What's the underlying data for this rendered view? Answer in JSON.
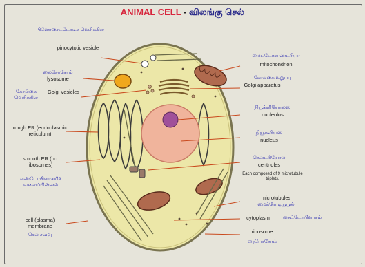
{
  "title": {
    "english": "ANIMAL CELL",
    "separator": "-",
    "tamil": "விலங்கு செல்"
  },
  "labels_left": [
    {
      "id": "pinocytotic-tamil",
      "text": "பினோசைட்டோடிக் வெசிக்கிள்",
      "lang": "ta"
    },
    {
      "id": "pinocytotic",
      "text": "pinocytotic vesicle",
      "lang": "en"
    },
    {
      "id": "lysosome-tamil",
      "text": "லைசோசோம்",
      "lang": "ta"
    },
    {
      "id": "lysosome",
      "text": "lysosome",
      "lang": "en"
    },
    {
      "id": "golgi-vesicles-tamil",
      "text": "கோல்கை வெசிக்கிள்",
      "lang": "ta"
    },
    {
      "id": "golgi-vesicles",
      "text": "Golgi vesicles",
      "lang": "en"
    },
    {
      "id": "rough-er",
      "text": "rough ER (endoplasmic reticulum)",
      "lang": "en"
    },
    {
      "id": "smooth-er",
      "text": "smooth ER (no ribosomes)",
      "lang": "en"
    },
    {
      "id": "er-tamil",
      "text": "எண்டோபிளாசமிக் வலைப்பின்னல்",
      "lang": "ta"
    },
    {
      "id": "cell-membrane",
      "text": "cell (plasma) membrane",
      "lang": "en"
    },
    {
      "id": "cell-membrane-tamil",
      "text": "செல் சவ்வு",
      "lang": "ta"
    }
  ],
  "labels_right": [
    {
      "id": "mitochondrion-tamil",
      "text": "மைட்டோகாண்ட்ரியா",
      "lang": "ta"
    },
    {
      "id": "mitochondrion",
      "text": "mitochondrion",
      "lang": "en"
    },
    {
      "id": "golgi-apparatus-tamil",
      "text": "கோல்கை உறுப்பு",
      "lang": "ta"
    },
    {
      "id": "golgi-apparatus",
      "text": "Golgi apparatus",
      "lang": "en"
    },
    {
      "id": "nucleolus-tamil",
      "text": "நியூக்ளியோலஸ்",
      "lang": "ta"
    },
    {
      "id": "nucleolus",
      "text": "nucleolus",
      "lang": "en"
    },
    {
      "id": "nucleus-tamil",
      "text": "நியூக்ளியஸ்",
      "lang": "ta"
    },
    {
      "id": "nucleus",
      "text": "nucleus",
      "lang": "en"
    },
    {
      "id": "centrioles-tamil",
      "text": "சென்ட்ரியோல்",
      "lang": "ta"
    },
    {
      "id": "centrioles",
      "text": "centrioles",
      "lang": "en"
    },
    {
      "id": "centrioles-note",
      "text": "Each composed of 9 microtubule triplets.",
      "lang": "en"
    },
    {
      "id": "microtubules",
      "text": "microtubules",
      "lang": "en"
    },
    {
      "id": "microtubules-tamil",
      "text": "மைக்ரோடியூபூல்",
      "lang": "ta"
    },
    {
      "id": "cytoplasm",
      "text": "cytoplasm",
      "lang": "en"
    },
    {
      "id": "cytoplasm-tamil",
      "text": "சைட்டோபிளாசம்",
      "lang": "ta"
    },
    {
      "id": "ribosome",
      "text": "ribosome",
      "lang": "en"
    },
    {
      "id": "ribosome-tamil",
      "text": "ரைபோசோம்",
      "lang": "ta"
    }
  ],
  "colors": {
    "title_english": "#d7263d",
    "tamil_text": "#2b2bb0",
    "leader_line": "#c94a1e",
    "cytoplasm": "#ece7a8",
    "nucleus": "#f0b49c",
    "nucleolus": "#a0509a",
    "mitochondrion": "#b06a4e",
    "lysosome": "#f0a81c",
    "membrane": "#7a7450"
  }
}
